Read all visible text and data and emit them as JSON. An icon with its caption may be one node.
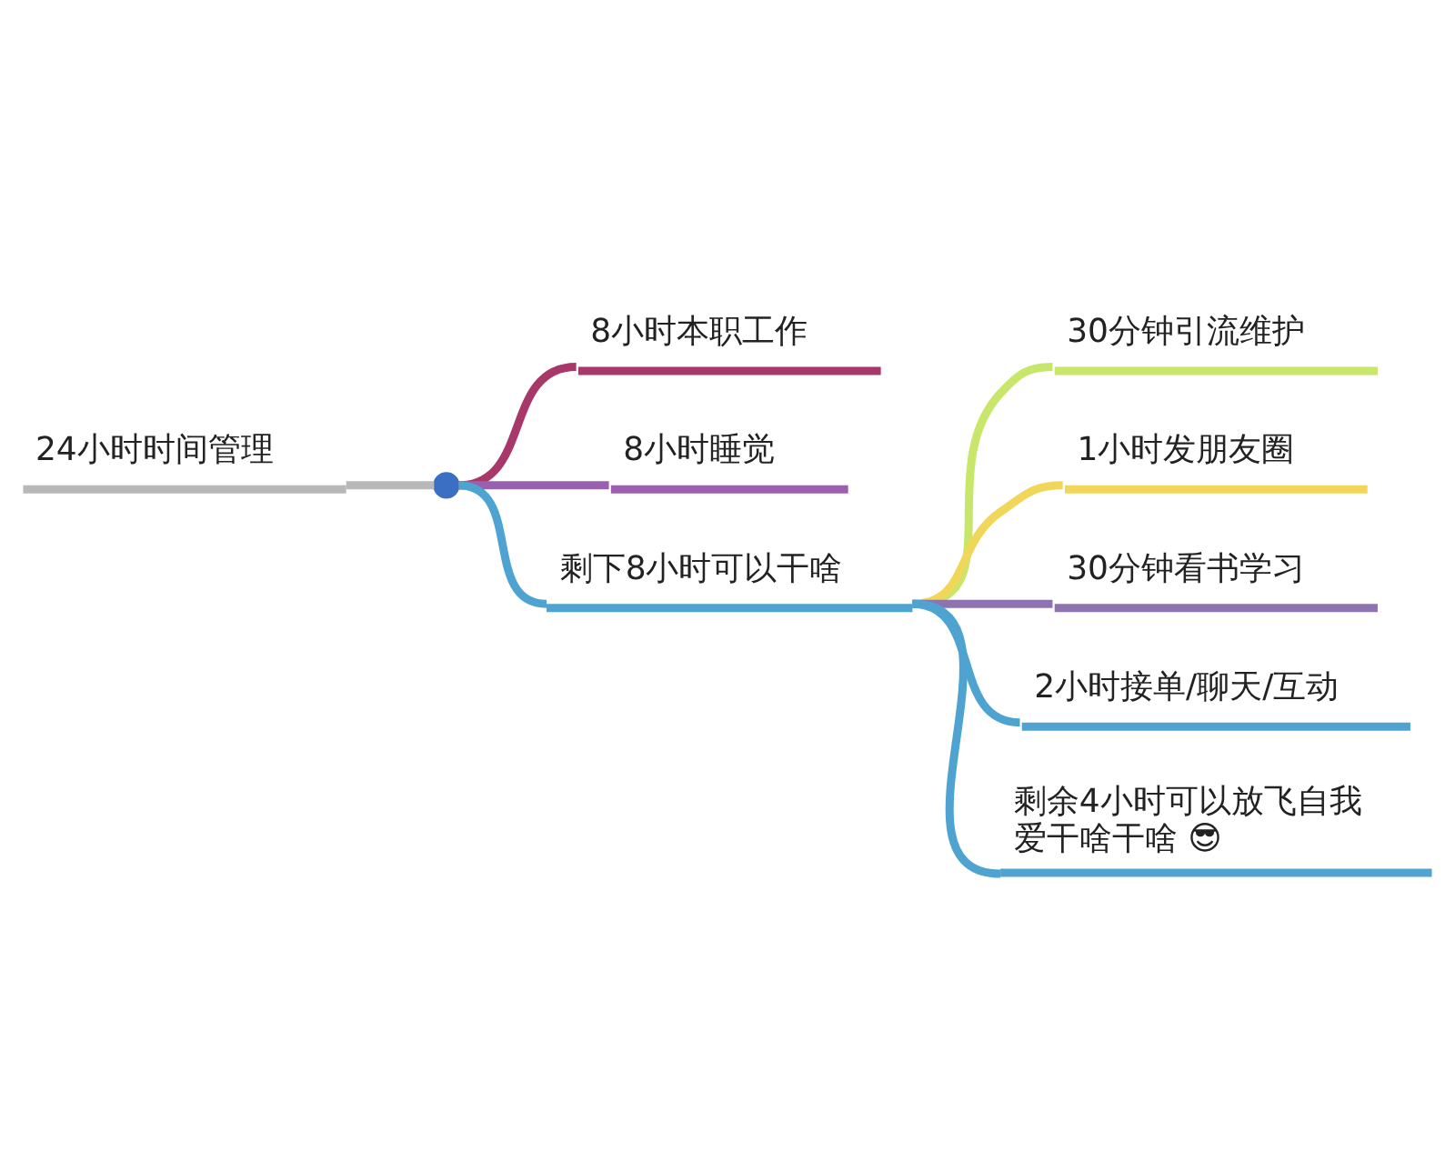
{
  "diagram": {
    "nodes": [
      {
        "text": [
          "24小时时间管理"
        ]
      },
      {
        "text": [],
        "shape": "circle"
      },
      {
        "text": [
          "8小时本职工作"
        ]
      },
      {
        "text": [
          "8小时睡觉"
        ]
      },
      {
        "text": [
          "剩下8小时可以干啥"
        ]
      },
      {
        "text": [
          "30分钟引流维护"
        ]
      },
      {
        "text": [
          "1小时发朋友圈"
        ]
      },
      {
        "text": [
          "30分钟看书学习"
        ]
      },
      {
        "text": [
          "2小时接单/聊天/互动"
        ]
      },
      {
        "text": [
          "剩余4小时可以放飞自我爱干啥干啥 😎"
        ]
      }
    ],
    "edges": [
      {
        "from": 0,
        "to": 1,
        "arrow": "none",
        "color": "#b8b8b8"
      },
      {
        "from": 1,
        "to": 2,
        "arrow": "none",
        "color": "#a8386a"
      },
      {
        "from": 1,
        "to": 3,
        "arrow": "none",
        "color": "#9b5fb0"
      },
      {
        "from": 1,
        "to": 4,
        "arrow": "none"
      },
      {
        "from": 4,
        "to": 5,
        "arrow": "none",
        "color": "#c8e66a"
      },
      {
        "from": 4,
        "to": 6,
        "arrow": "none",
        "color": "#f0d75a"
      },
      {
        "from": 4,
        "to": 7,
        "arrow": "none",
        "color": "#8d73b0"
      },
      {
        "from": 4,
        "to": 8,
        "arrow": "none"
      },
      {
        "from": 4,
        "to": 9,
        "arrow": "none"
      }
    ]
  }
}
